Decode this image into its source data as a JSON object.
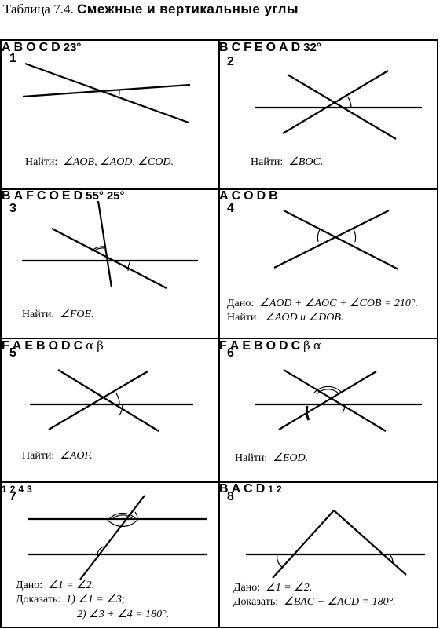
{
  "title": {
    "prefix": "Таблица 7.4.",
    "main": "Смежные и вертикальные углы"
  },
  "problems": [
    {
      "num": "1",
      "points": [
        "A",
        "B",
        "O",
        "C",
        "D"
      ],
      "angle": "23°",
      "find_label": "Найти:",
      "find": "∠AOB,  ∠AOD,  ∠COD."
    },
    {
      "num": "2",
      "points": [
        "B",
        "C",
        "F",
        "E",
        "O",
        "A",
        "D"
      ],
      "angle": "32°",
      "find_label": "Найти:",
      "find": "∠BOC."
    },
    {
      "num": "3",
      "points": [
        "B",
        "A",
        "F",
        "C",
        "O",
        "E",
        "D"
      ],
      "angles": [
        "55°",
        "25°"
      ],
      "find_label": "Найти:",
      "find": "∠FOE."
    },
    {
      "num": "4",
      "points": [
        "A",
        "C",
        "O",
        "D",
        "B"
      ],
      "given_label": "Дано:",
      "given": "∠AOD + ∠AOC + ∠COB = 210°.",
      "find_label": "Найти:",
      "find": "∠AOD  и  ∠DOB."
    },
    {
      "num": "5",
      "points": [
        "F",
        "A",
        "E",
        "B",
        "O",
        "D",
        "C"
      ],
      "greek": [
        "α",
        "β"
      ],
      "find_label": "Найти:",
      "find": "∠AOF."
    },
    {
      "num": "6",
      "points": [
        "F",
        "A",
        "E",
        "B",
        "O",
        "D",
        "C"
      ],
      "greek": [
        "β",
        "α"
      ],
      "find_label": "Найти:",
      "find": "∠EOD."
    },
    {
      "num": "7",
      "angle_nums": [
        "1",
        "2",
        "4",
        "3"
      ],
      "given_label": "Дано:",
      "given": "∠1 = ∠2.",
      "prove_label": "Доказать:",
      "prove": [
        "1)  ∠1 = ∠3;",
        "2)  ∠3 + ∠4 = 180°."
      ]
    },
    {
      "num": "8",
      "points": [
        "B",
        "A",
        "C",
        "D"
      ],
      "angle_nums": [
        "1",
        "2"
      ],
      "given_label": "Дано:",
      "given": "∠1 = ∠2.",
      "prove_label": "Доказать:",
      "prove": "∠BAC + ∠ACD = 180°."
    }
  ]
}
